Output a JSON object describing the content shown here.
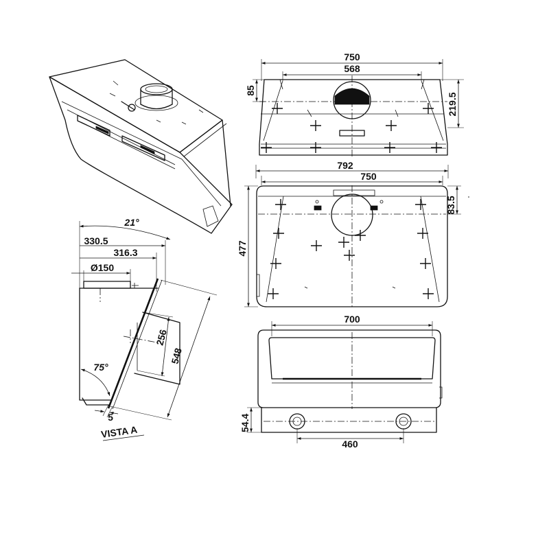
{
  "top_view": {
    "dims": {
      "width_overall": "750",
      "duct_span": "568",
      "top_offset": "85",
      "depth": "219.5"
    }
  },
  "front_view": {
    "dims": {
      "overall_width": "792",
      "body_width": "750",
      "top_offset": "83.5",
      "height": "477"
    }
  },
  "bottom_view": {
    "dims": {
      "panel_width": "700",
      "vent_spacing": "460",
      "vent_height": "54.4"
    }
  },
  "side_view": {
    "dims": {
      "tilt_angle": "21°",
      "depth_outer": "330.5",
      "depth_inner": "316.3",
      "duct_diameter": "Ø150",
      "panel_offset": "256",
      "panel_length": "548",
      "front_angle": "75°",
      "gap": "5"
    },
    "caption": "VISTA A"
  }
}
